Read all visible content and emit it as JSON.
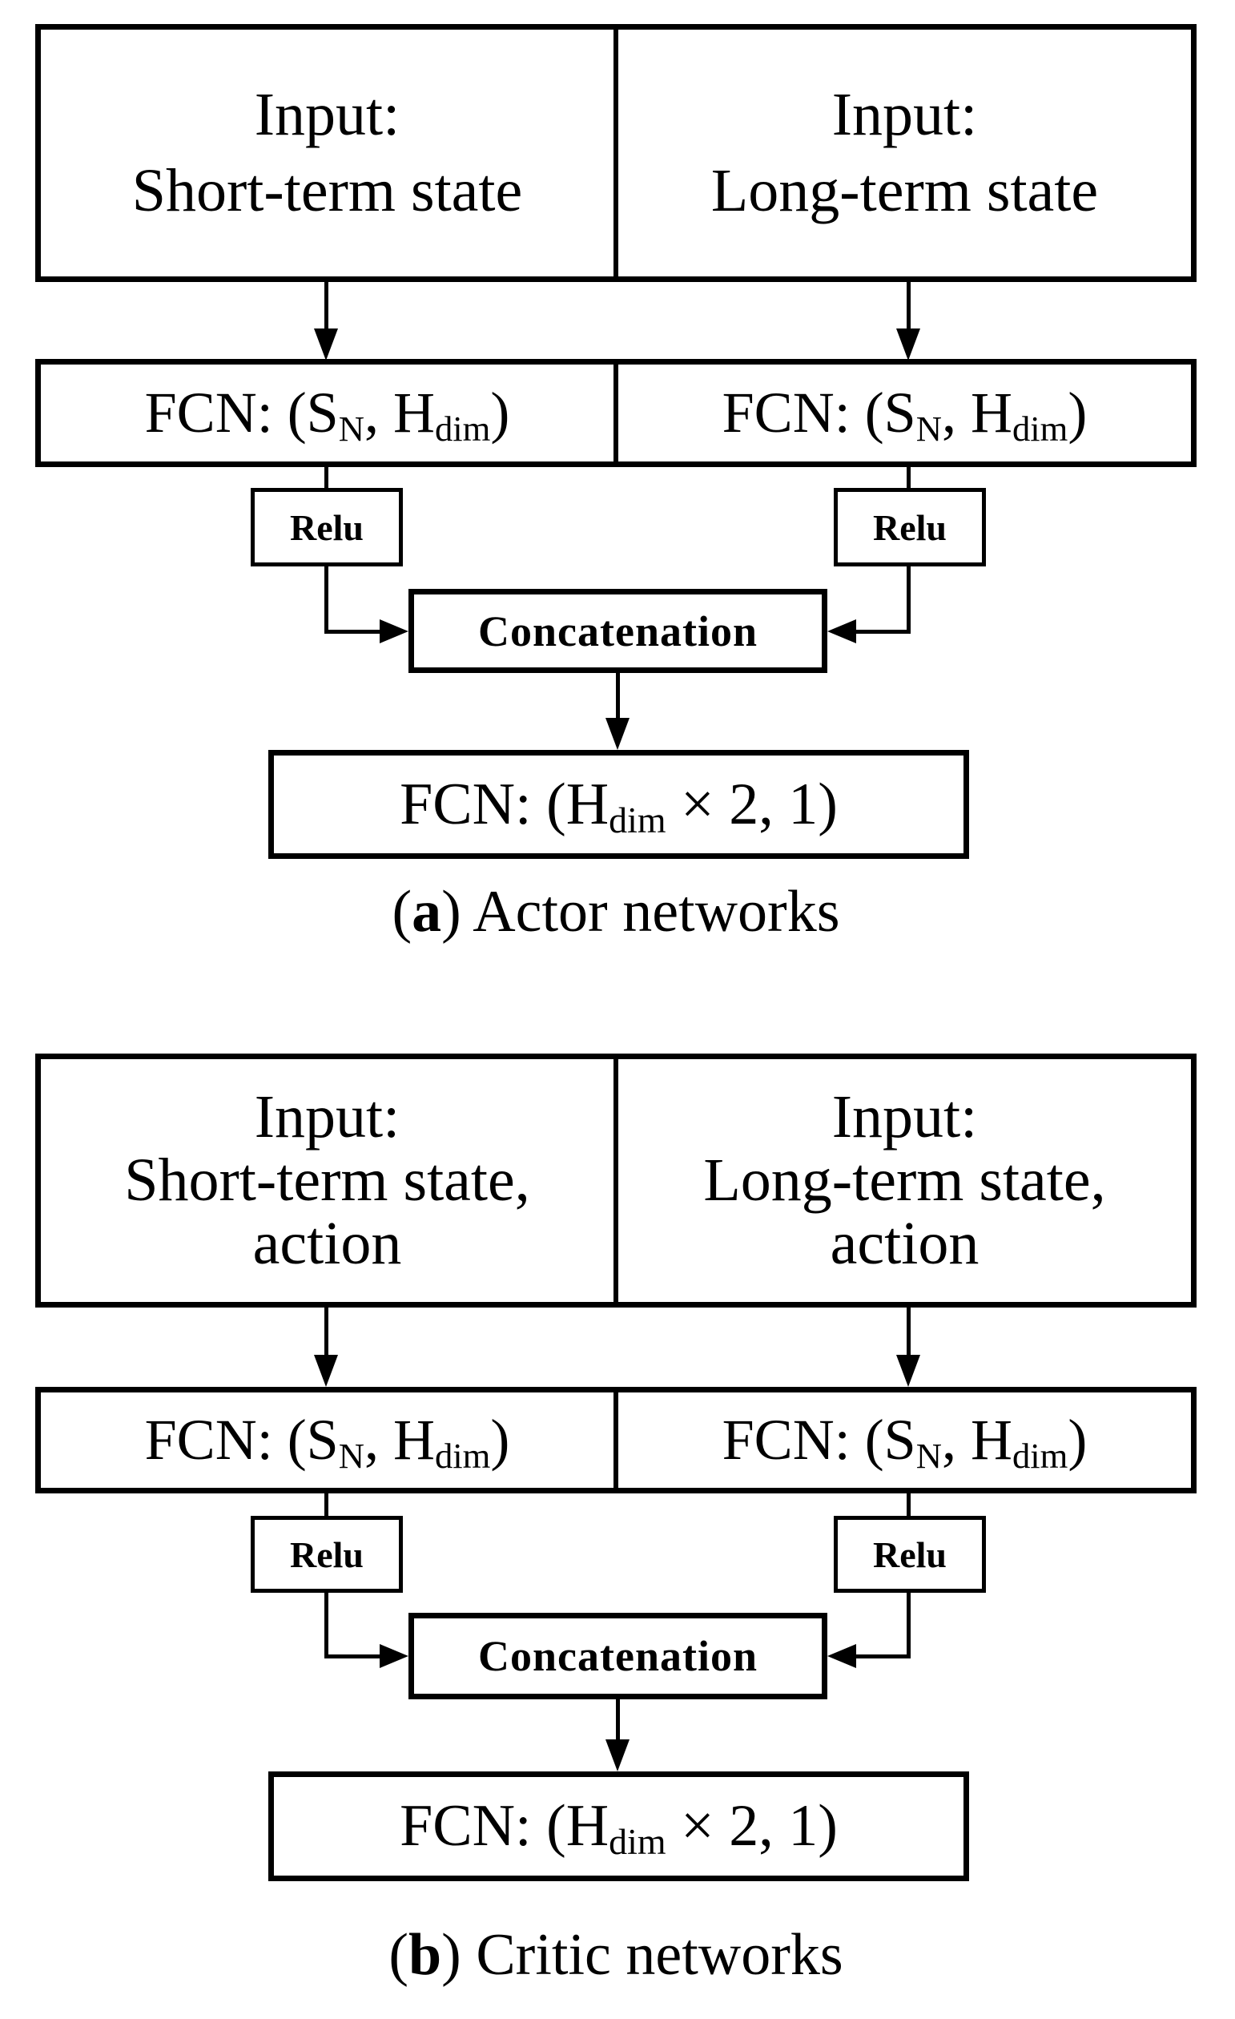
{
  "figure": {
    "background": "#ffffff",
    "ink": "#000000",
    "diagram_a": {
      "caption": {
        "open": "(",
        "letter": "a",
        "close": ")",
        "text": " Actor networks"
      },
      "input_left": {
        "line1": "Input:",
        "line2": "Short-term state"
      },
      "input_right": {
        "line1": "Input:",
        "line2": "Long-term state"
      },
      "fcn_left": {
        "pre": "FCN: (S",
        "sub1": "N",
        "mid": ", H",
        "sub2": "dim",
        "post": ")"
      },
      "fcn_right": {
        "pre": "FCN: (S",
        "sub1": "N",
        "mid": ", H",
        "sub2": "dim",
        "post": ")"
      },
      "relu_left": "Relu",
      "relu_right": "Relu",
      "concat": "Concatenation",
      "fcn_out": {
        "pre": "FCN: (H",
        "sub": "dim",
        "post": " × 2, 1)"
      }
    },
    "diagram_b": {
      "caption": {
        "open": "(",
        "letter": "b",
        "close": ")",
        "text": " Critic networks"
      },
      "input_left": {
        "line1": "Input:",
        "line2": "Short-term state,",
        "line3": "action"
      },
      "input_right": {
        "line1": "Input:",
        "line2": "Long-term state,",
        "line3": "action"
      },
      "fcn_left": {
        "pre": "FCN: (S",
        "sub1": "N",
        "mid": ", H",
        "sub2": "dim",
        "post": ")"
      },
      "fcn_right": {
        "pre": "FCN: (S",
        "sub1": "N",
        "mid": ", H",
        "sub2": "dim",
        "post": ")"
      },
      "relu_left": "Relu",
      "relu_right": "Relu",
      "concat": "Concatenation",
      "fcn_out": {
        "pre": "FCN: (H",
        "sub": "dim",
        "post": " × 2, 1)"
      }
    }
  }
}
